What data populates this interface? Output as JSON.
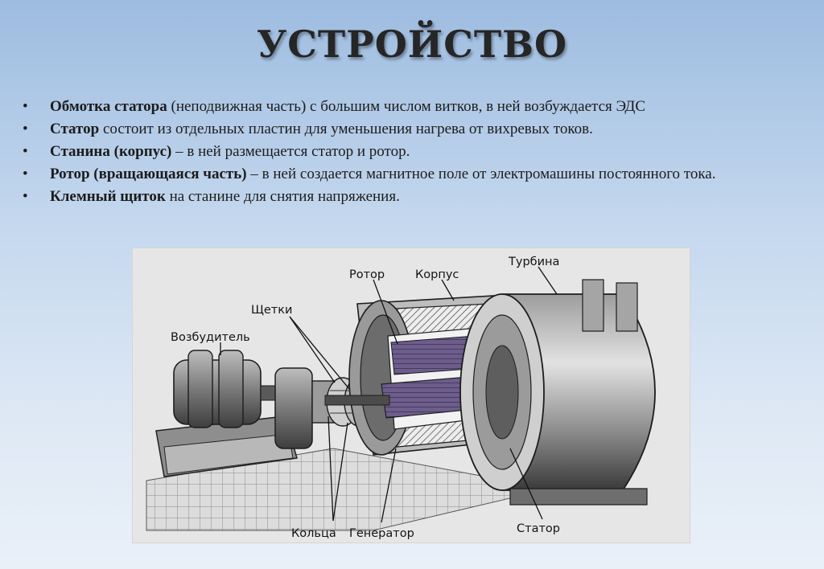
{
  "slide": {
    "title": "УСТРОЙСТВО",
    "bullets": [
      {
        "bold": "Обмотка статора",
        "rest": " (неподвижная часть) с большим числом витков, в ней возбуждается ЭДС"
      },
      {
        "bold": "Статор",
        "rest": " состоит из отдельных пластин для уменьшения нагрева от вихревых токов."
      },
      {
        "bold": "Станина (корпус)",
        "rest": " – в ней размещается статор и ротор."
      },
      {
        "bold": "Ротор (вращающаяся часть)",
        "rest": " – в ней создается магнитное поле от электромашины постоянного тока."
      },
      {
        "bold": "Клемный щиток",
        "rest": " на станине для снятия напряжения."
      }
    ],
    "bullet_glyph": "•"
  },
  "diagram": {
    "labels": {
      "rotor": "Ротор",
      "housing": "Корпус",
      "turbine": "Турбина",
      "brushes": "Щетки",
      "exciter": "Возбудитель",
      "rings": "Кольца",
      "generator": "Генератор",
      "stator": "Статор"
    }
  }
}
